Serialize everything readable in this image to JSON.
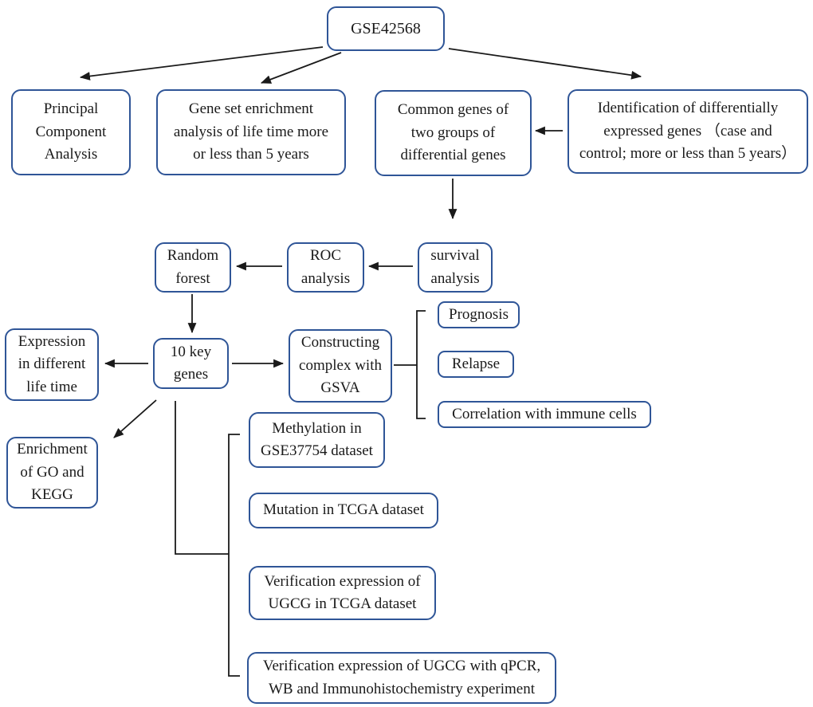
{
  "diagram": {
    "nodes": {
      "gse42568": "GSE42568",
      "pca": "Principal\nComponent\nAnalysis",
      "gsea": "Gene set enrichment\nanalysis of life time more\nor less than 5 years",
      "common_genes": "Common genes of\ntwo groups of\ndifferential genes",
      "identification": "Identification of differentially\nexpressed genes （case and\ncontrol; more or less than 5 years）",
      "random_forest": "Random\nforest",
      "roc": "ROC\nanalysis",
      "survival": "survival\nanalysis",
      "expression": "Expression\nin different\nlife time",
      "key_genes": "10 key\ngenes",
      "gsva": "Constructing\ncomplex with\nGSVA",
      "enrichment": "Enrichment\nof GO and\nKEGG",
      "prognosis": "Prognosis",
      "relapse": "Relapse",
      "correlation": "Correlation with immune cells",
      "methylation": "Methylation in\nGSE37754 dataset",
      "mutation": "Mutation in TCGA dataset",
      "verification_tcga": "Verification expression of\nUGCG in TCGA dataset",
      "verification_qpcr": "Verification expression of UGCG with qPCR,\nWB and Immunohistochemistry experiment"
    },
    "colors": {
      "box_border": "#2F5597",
      "arrow": "#1A1A1A",
      "text": "#1A1A1A",
      "background": "#FFFFFF"
    }
  }
}
